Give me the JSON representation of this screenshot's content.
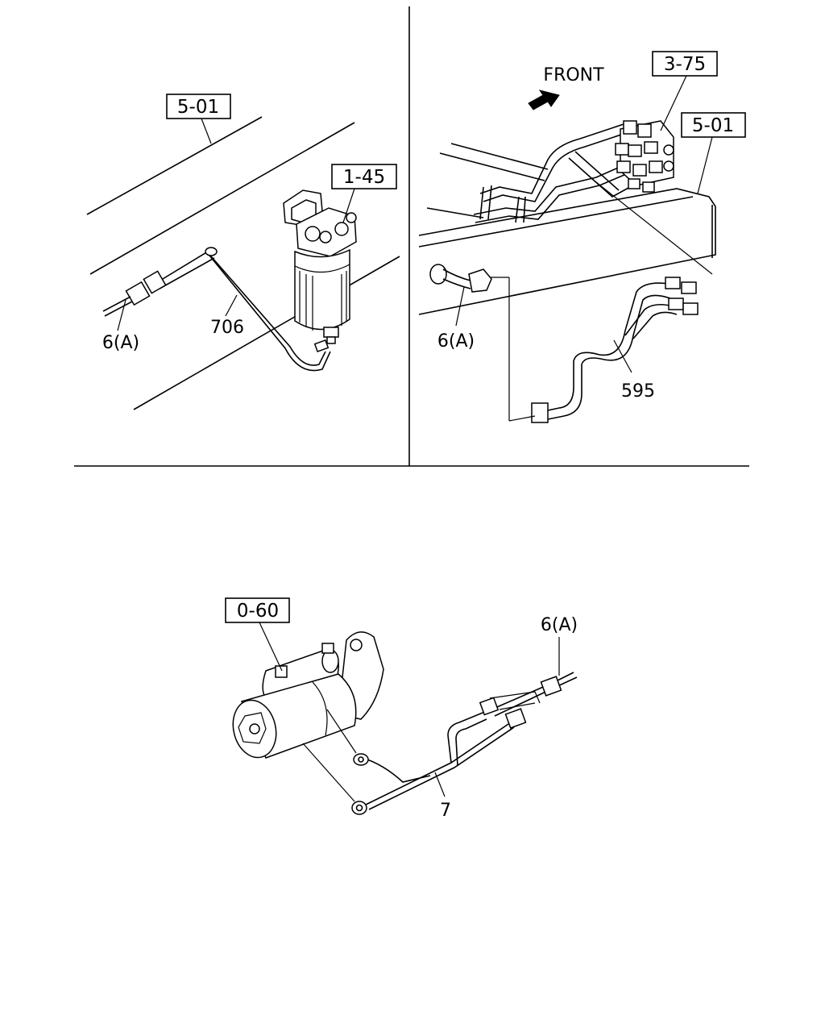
{
  "panels": {
    "top_left": {
      "ref_frame": "5-01",
      "ref_filter": "1-45",
      "label_wire": "706",
      "label_connector": "6(A)"
    },
    "top_right": {
      "direction": "FRONT",
      "ref_valve": "3-75",
      "ref_frame": "5-01",
      "label_connector": "6(A)",
      "label_harness": "595"
    },
    "bottom": {
      "ref_starter": "0-60",
      "label_connector": "6(A)",
      "label_harness": "7"
    }
  }
}
